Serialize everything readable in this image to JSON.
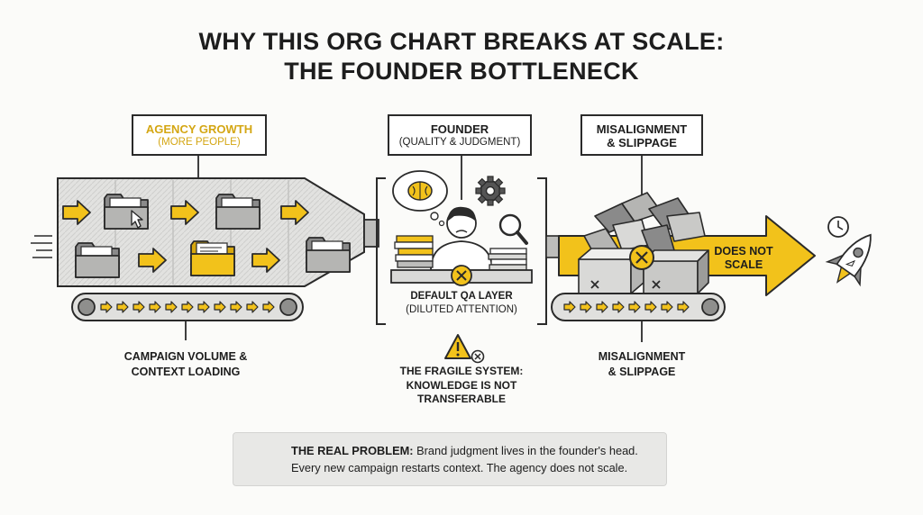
{
  "title": {
    "line1": "WHY THIS ORG CHART BREAKS AT SCALE:",
    "line2": "THE FOUNDER BOTTLENECK"
  },
  "agency": {
    "label_main": "AGENCY GROWTH",
    "label_sub": "(MORE PEOPLE)",
    "caption_line1": "CAMPAIGN VOLUME &",
    "caption_line2": "CONTEXT LOADING"
  },
  "founder": {
    "label_main": "FOUNDER",
    "label_sub": "(QUALITY & JUDGMENT)",
    "qa_line1": "DEFAULT QA LAYER",
    "qa_line2": "(DILUTED ATTENTION)",
    "warning_line1": "THE FRAGILE SYSTEM:",
    "warning_line2": "KNOWLEDGE IS NOT",
    "warning_line3": "TRANSFERABLE"
  },
  "misalignment": {
    "label_line1": "MISALIGNMENT",
    "label_line2": "& SLIPPAGE",
    "caption_line1": "MISALIGNMENT",
    "caption_line2": "& SLIPPAGE",
    "arrow_line1": "DOES NOT",
    "arrow_line2": "SCALE"
  },
  "note": {
    "heading": "THE REAL PROBLEM:",
    "line1": " Brand judgment lives in the founder's head.",
    "line2": "Every new campaign restarts context. The agency does not scale."
  },
  "colors": {
    "accent": "#f2c21b",
    "ink": "#2a2a2a",
    "grey": "#9c9c9c",
    "light_grey": "#d9d9d7"
  },
  "icons": [
    "folder-icon",
    "cursor-icon",
    "brain-icon",
    "gear-icon",
    "magnifier-icon",
    "person-icon",
    "x-icon",
    "warning-icon",
    "clock-icon",
    "rocket-icon",
    "box-icon"
  ]
}
